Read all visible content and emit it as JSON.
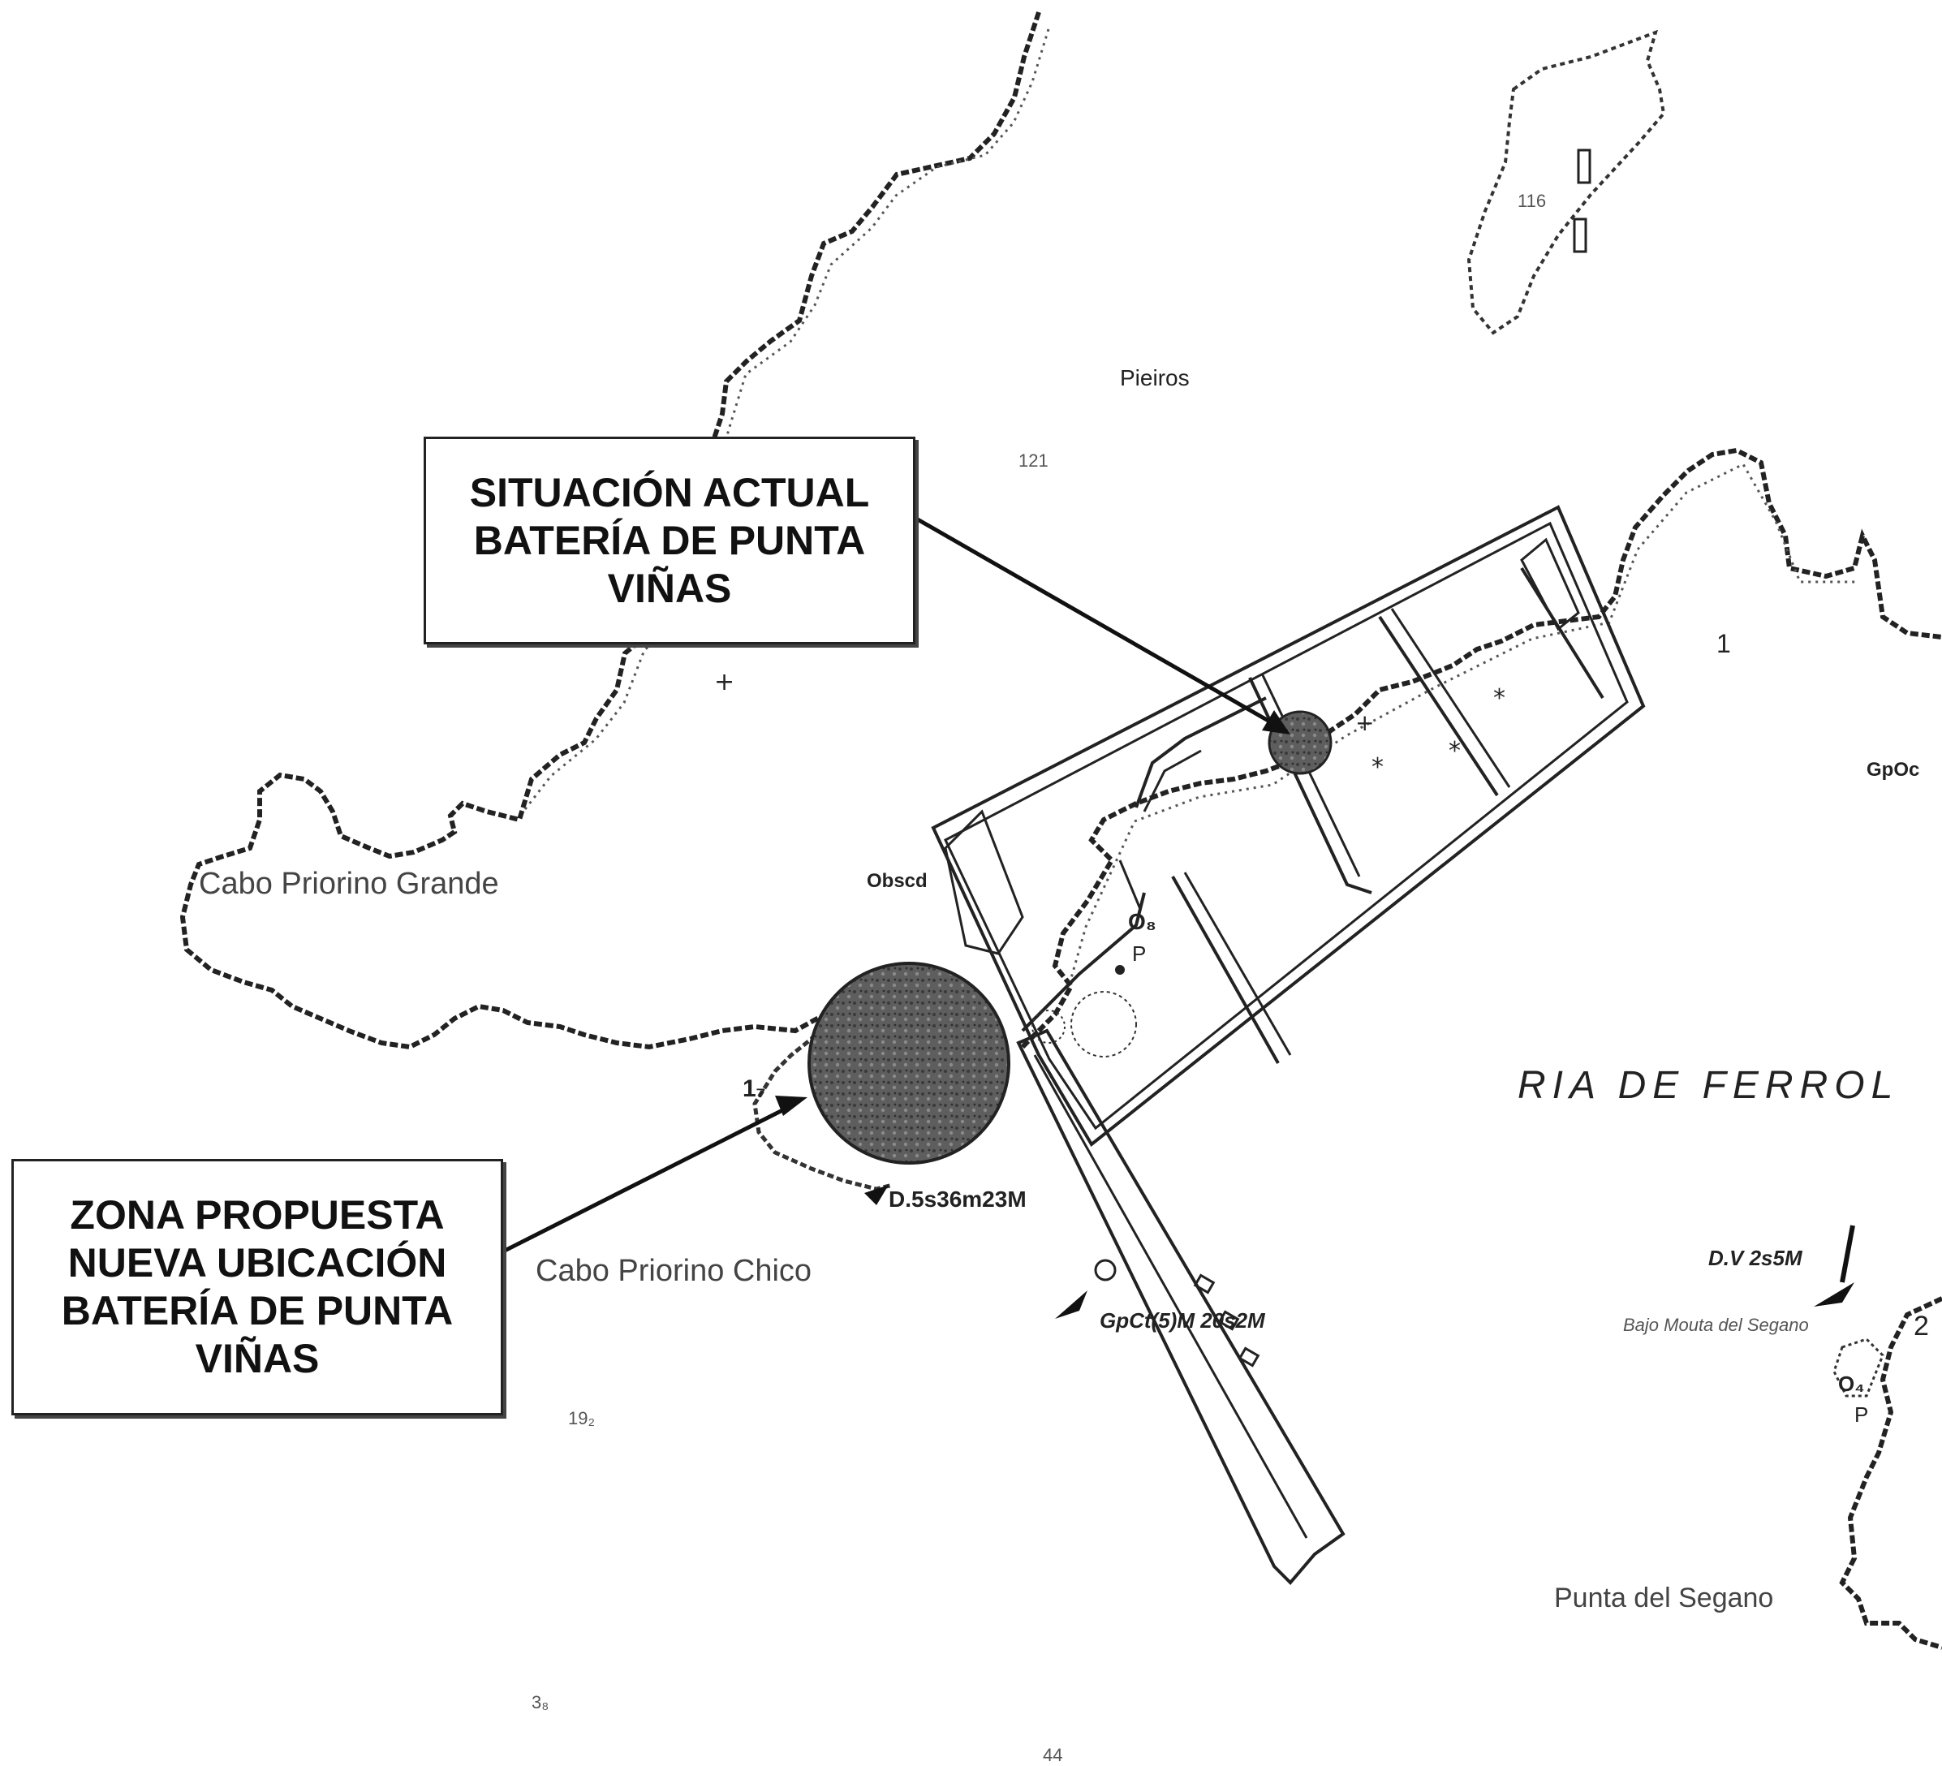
{
  "callouts": {
    "current": {
      "lines": [
        "SITUACIÓN ACTUAL",
        "BATERÍA DE PUNTA",
        "VIÑAS"
      ]
    },
    "proposed": {
      "lines": [
        "ZONA PROPUESTA",
        "NUEVA UBICACIÓN",
        "BATERÍA DE PUNTA",
        "VIÑAS"
      ]
    }
  },
  "places": {
    "pieiros": "Pieiros",
    "cabo_grande": "Cabo Priorino Grande",
    "cabo_chico": "Cabo Priorino Chico",
    "ria": "RIA DE FERROL",
    "punta_segano": "Punta del Segano",
    "bajo_segano": "Bajo Mouta del Segano"
  },
  "chart_marks": {
    "obscd": "Obscd",
    "light_cabo": "D.5s36m23M",
    "light_pier": "GpCt(5)M 20s2M",
    "gpoc": "GpOc",
    "dv": "D.V 2s5M",
    "o8": "O₈",
    "o4": "O₄",
    "p1": "P",
    "p2": "P",
    "seventeen": "1₇",
    "two": "2",
    "one": "1",
    "d121": "121",
    "d116": "116",
    "d38": "3₈",
    "d44": "44",
    "d19": "19₂"
  },
  "colors": {
    "ink": "#222222",
    "dot_fill": "#5a5a5a",
    "paper": "#ffffff"
  }
}
